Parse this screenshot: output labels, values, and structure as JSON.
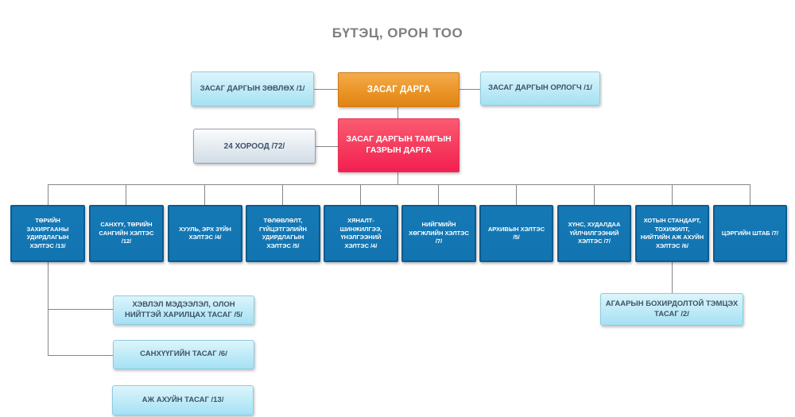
{
  "title": "БҮТЭЦ, ОРОН ТОО",
  "top_row": {
    "advisor": "ЗАСАГ ДАРГЫН ЗӨВЛӨХ /1/",
    "governor": "ЗАСАГ ДАРГА",
    "deputy": "ЗАСАГ ДАРГЫН ОРЛОГЧ /1/"
  },
  "second_row": {
    "khorood": "24 ХОРООД /72/",
    "chief_of_staff": "ЗАСАГ ДАРГЫН ТАМГЫН ГАЗРЫН ДАРГА"
  },
  "departments": [
    "ТӨРИЙН ЗАХИРГААНЫ УДИРДЛАГЫН ХЭЛТЭС /13/",
    "САНХҮҮ, ТӨРИЙН САНГИЙН ХЭЛТЭС /12/",
    "ХУУЛЬ, ЭРХ ЗҮЙН ХЭЛТЭС /4/",
    "ТӨЛӨВЛӨЛТ, ГҮЙЦЭТГЭЛИЙН УДИРДЛАГЫН ХЭЛТЭС /5/",
    "ХЯНАЛТ-ШИНЖИЛГЭЭ, ҮНЭЛГЭЭНИЙ ХЭЛТЭС /4/",
    "НИЙГМИЙН ХӨГЖЛИЙН ХЭЛТЭС /7/",
    "АРХИВЫН ХЭЛТЭС /5/",
    "ХҮНС, ХУДАЛДАА ҮЙЛЧИЛГЭЭНИЙ ХЭЛТЭС /7/",
    "ХОТЫН СТАНДАРТ, ТОХИЖИЛТ, НИЙТИЙН АЖ АХУЙН ХЭЛТЭС /6/",
    "ЦЭРГИЙН ШТАБ /7/"
  ],
  "sub_units_left": [
    "ХЭВЛЭЛ МЭДЭЭЛЭЛ, ОЛОН НИЙТТЭЙ ХАРИЛЦАХ ТАСАГ /5/",
    "САНХҮҮГИЙН ТАСАГ /6/",
    "АЖ АХУЙН ТАСАГ /13/"
  ],
  "sub_units_right": [
    "АГААРЫН БОХИРДОЛТОЙ ТЭМЦЭХ ТАСАГ /2/"
  ],
  "colors": {
    "governor_box": "#e99324",
    "chief_box": "#f6395c",
    "department_box": "#1376b2",
    "light_box": "#bfeaf7",
    "gray_box": "#dde6ed",
    "connector": "#82878b",
    "title_text": "#7f7f82",
    "light_box_text": "#3e5266"
  }
}
